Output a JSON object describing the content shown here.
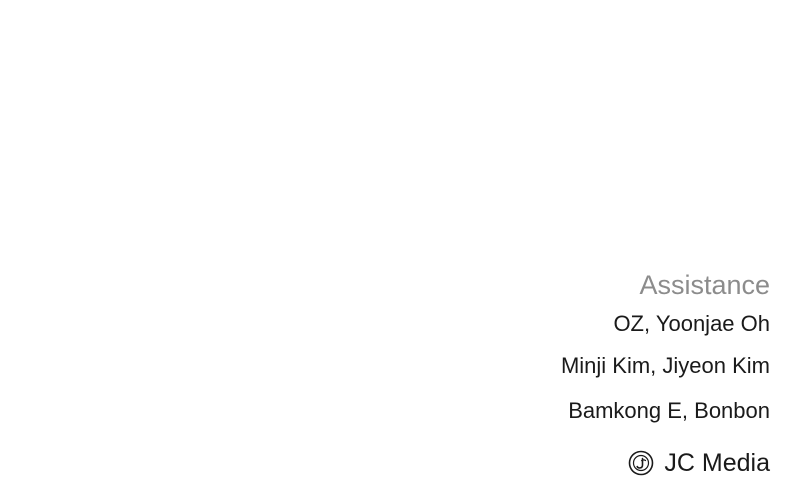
{
  "credits": {
    "heading": "Assistance",
    "lines": [
      "OZ, Yoonjae Oh",
      "Minji Kim, Jiyeon Kim",
      "Bamkong E, Bonbon"
    ]
  },
  "publisher": {
    "name": "JC Media",
    "icon": "jc-media-logo-icon"
  },
  "colors": {
    "heading": "#8c8c8c",
    "text": "#1a1a1a",
    "background": "#ffffff"
  }
}
